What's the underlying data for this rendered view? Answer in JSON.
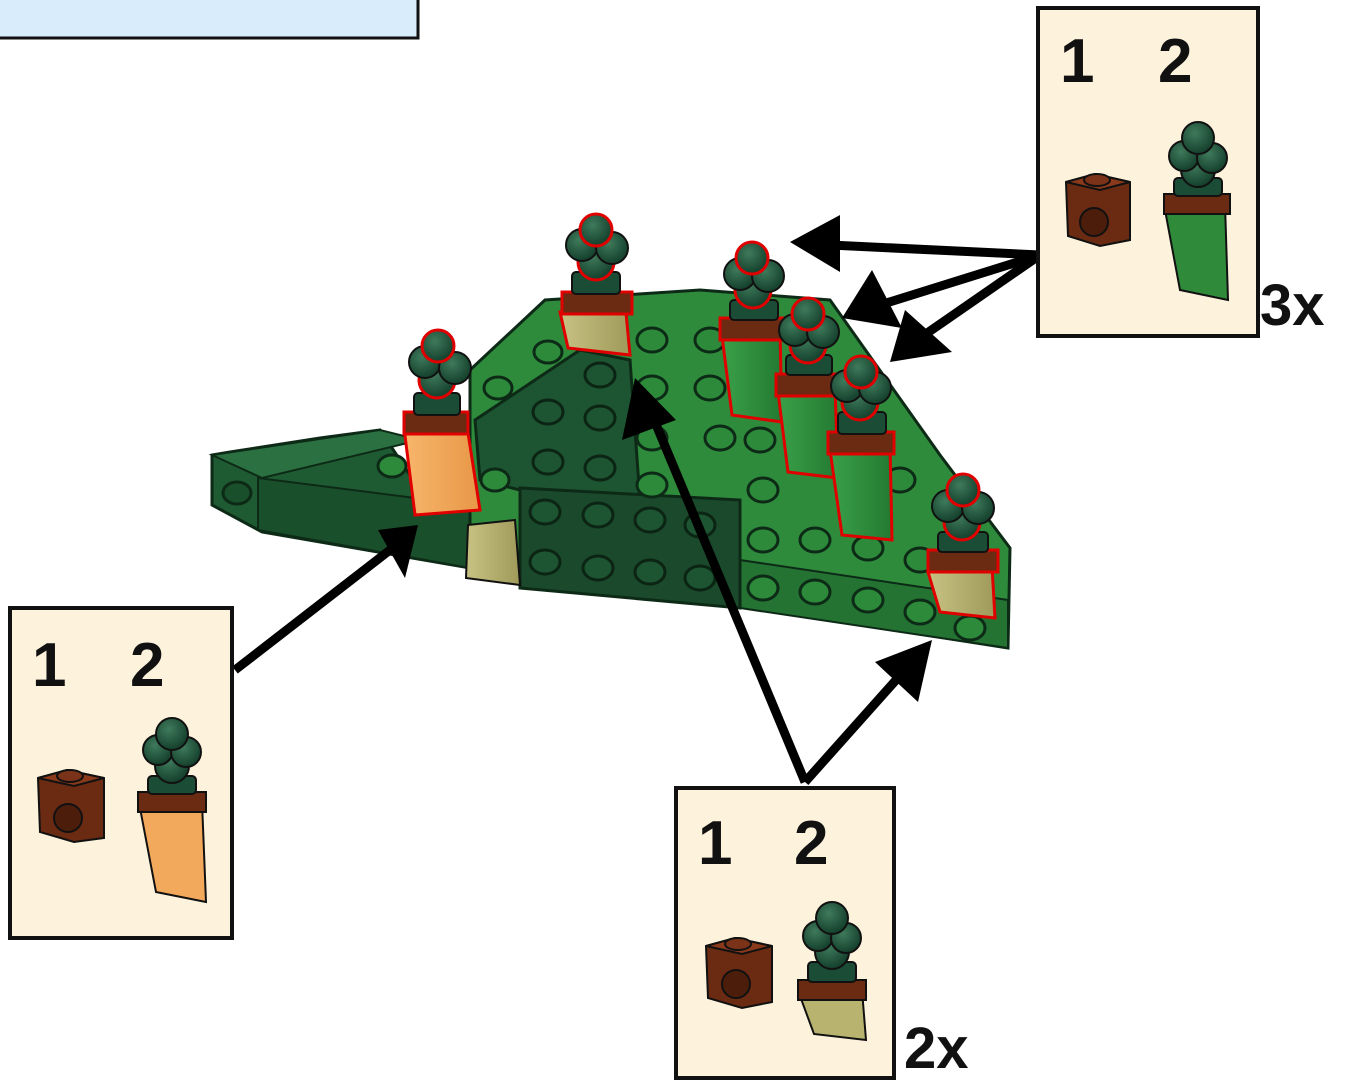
{
  "panel_box": {
    "present": true,
    "color": "#d9ecfb"
  },
  "callouts": {
    "top_right": {
      "step1": "1",
      "step2": "2",
      "multiplier": "3x",
      "plant_color": "#2f8a3a"
    },
    "left": {
      "step1": "1",
      "step2": "2",
      "multiplier": "",
      "plant_color": "#f3a95c"
    },
    "bottom": {
      "step1": "1",
      "step2": "2",
      "multiplier": "2x",
      "plant_color": "#b8b46f"
    }
  },
  "colors": {
    "callout_bg": "#fdf3dc",
    "base_light": "#3c9a47",
    "base_dark": "#1f5b32",
    "base_darkest": "#184a2a",
    "pot": "#6b2a12",
    "bush": "#1b4d36",
    "outline_highlight": "#e00000",
    "arrow": "#000000"
  }
}
